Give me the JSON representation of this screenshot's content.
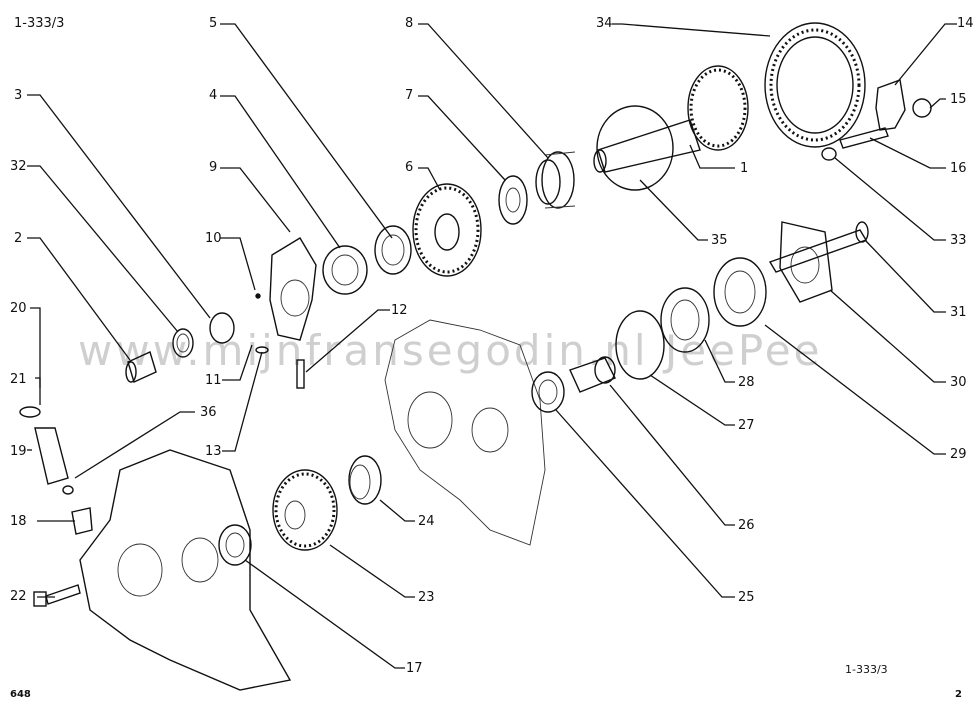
{
  "header": {
    "ref_top": "1-333/3",
    "ref_bottom": "1-333/3",
    "page_left": "648",
    "page_right": "2",
    "watermark": "www.mijnfransegodin.nl   JeePee"
  },
  "callouts": [
    {
      "key": "c1",
      "label": "1"
    },
    {
      "key": "c2",
      "label": "2"
    },
    {
      "key": "c3",
      "label": "3"
    },
    {
      "key": "c4",
      "label": "4"
    },
    {
      "key": "c5",
      "label": "5"
    },
    {
      "key": "c6",
      "label": "6"
    },
    {
      "key": "c7",
      "label": "7"
    },
    {
      "key": "c8",
      "label": "8"
    },
    {
      "key": "c9",
      "label": "9"
    },
    {
      "key": "c10",
      "label": "10"
    },
    {
      "key": "c11",
      "label": "11"
    },
    {
      "key": "c12",
      "label": "12"
    },
    {
      "key": "c13",
      "label": "13"
    },
    {
      "key": "c14",
      "label": "14"
    },
    {
      "key": "c15",
      "label": "15"
    },
    {
      "key": "c16",
      "label": "16"
    },
    {
      "key": "c17",
      "label": "17"
    },
    {
      "key": "c18",
      "label": "18"
    },
    {
      "key": "c19",
      "label": "19"
    },
    {
      "key": "c20",
      "label": "20"
    },
    {
      "key": "c21",
      "label": "21"
    },
    {
      "key": "c22",
      "label": "22"
    },
    {
      "key": "c23",
      "label": "23"
    },
    {
      "key": "c24",
      "label": "24"
    },
    {
      "key": "c25",
      "label": "25"
    },
    {
      "key": "c26",
      "label": "26"
    },
    {
      "key": "c27",
      "label": "27"
    },
    {
      "key": "c28",
      "label": "28"
    },
    {
      "key": "c29",
      "label": "29"
    },
    {
      "key": "c30",
      "label": "30"
    },
    {
      "key": "c31",
      "label": "31"
    },
    {
      "key": "c32",
      "label": "32"
    },
    {
      "key": "c33",
      "label": "33"
    },
    {
      "key": "c34",
      "label": "34"
    },
    {
      "key": "c35",
      "label": "35"
    },
    {
      "key": "c36",
      "label": "36"
    }
  ]
}
